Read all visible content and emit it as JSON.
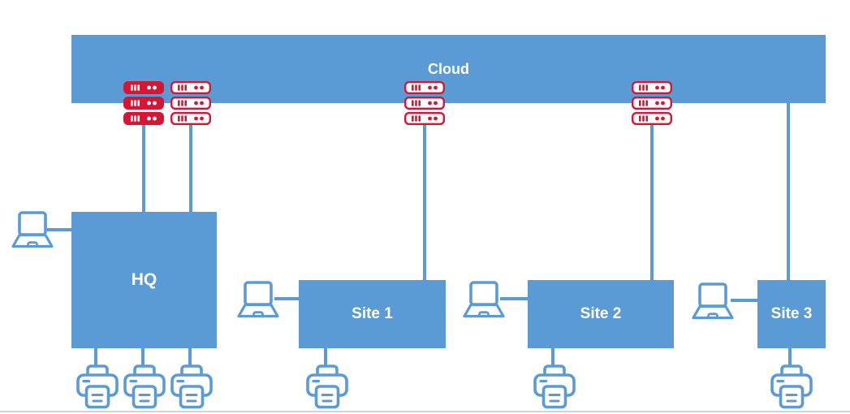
{
  "diagram": {
    "cloud": {
      "label": "Cloud"
    },
    "nodes": [
      {
        "id": "hq",
        "label": "HQ"
      },
      {
        "id": "site1",
        "label": "Site 1"
      },
      {
        "id": "site2",
        "label": "Site 2"
      },
      {
        "id": "site3",
        "label": "Site 3"
      }
    ],
    "icons": {
      "server_solid": "server-rack-icon-solid",
      "server_outline": "server-rack-icon-outline",
      "laptop": "laptop-icon",
      "printer": "printer-icon"
    },
    "colors": {
      "node_fill": "#5b9bd5",
      "connector": "#5b9bd5",
      "server_red": "#d41735",
      "label_text": "#ffffff",
      "bottom_edge_line": "#cdd4db"
    },
    "devices": {
      "server_stacks": [
        {
          "attached_to": "hq",
          "style": "solid"
        },
        {
          "attached_to": "hq",
          "style": "outline"
        },
        {
          "attached_to": "site1",
          "style": "outline"
        },
        {
          "attached_to": "site2",
          "style": "outline"
        }
      ],
      "laptops": [
        "hq",
        "site1",
        "site2",
        "site3"
      ],
      "printers": {
        "hq": 3,
        "site1": 1,
        "site2": 1,
        "site3": 1
      }
    },
    "connections": [
      "cloud-server-to-hq",
      "cloud-server-to-hq",
      "cloud-server-to-site1",
      "cloud-server-to-site2",
      "cloud-to-site3",
      "laptop-to-hq",
      "laptop-to-site1",
      "laptop-to-site2",
      "laptop-to-site3",
      "hq-to-printer-1",
      "hq-to-printer-2",
      "hq-to-printer-3",
      "site1-to-printer",
      "site2-to-printer",
      "site3-to-printer"
    ]
  }
}
